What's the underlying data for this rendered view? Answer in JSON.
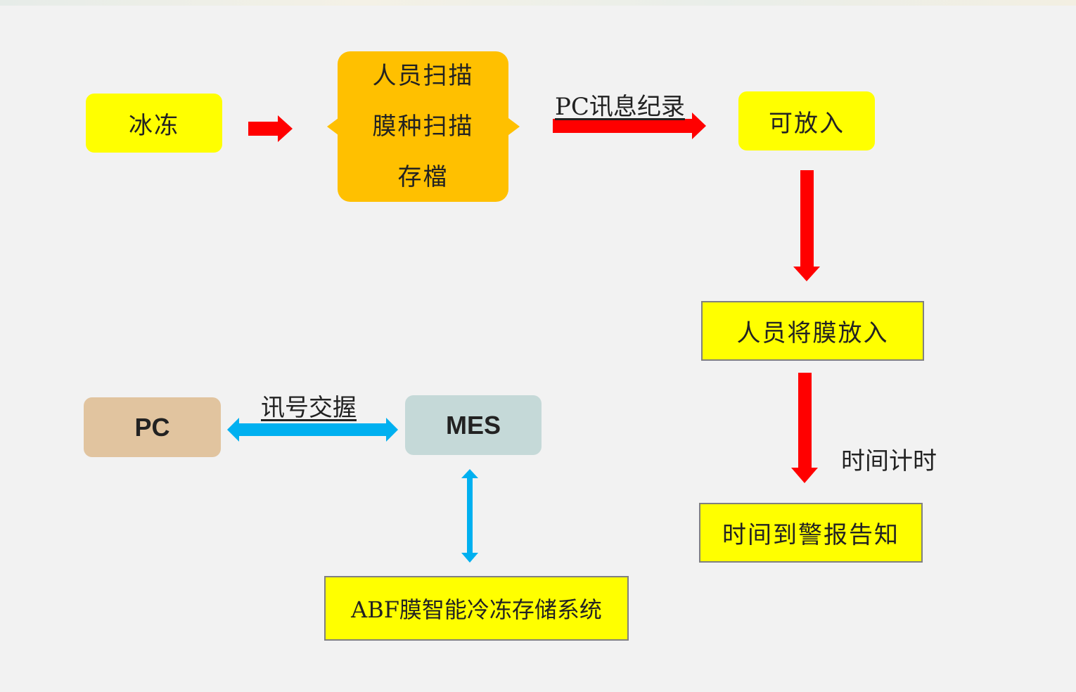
{
  "nodes": {
    "freeze": "冰冻",
    "scan_lines": [
      "人员扫描",
      "膜种扫描",
      "存檔"
    ],
    "can_put": "可放入",
    "person_put": "人员将膜放入",
    "alarm": "时间到警报告知",
    "pc": "PC",
    "mes": "MES",
    "abf_system": "ABF膜智能冷冻存储系统"
  },
  "edge_labels": {
    "pc_record": "PC讯息纪录",
    "timer": "时间计时",
    "handshake": "讯号交握"
  },
  "colors": {
    "red_arrow": "#ff0000",
    "blue_arrow": "#00b0f0",
    "yellow": "#ffff00",
    "orange": "#ffc000",
    "tan": "#e1c49f",
    "grey_blue": "#c5d9d8",
    "background": "#f2f2f2"
  }
}
